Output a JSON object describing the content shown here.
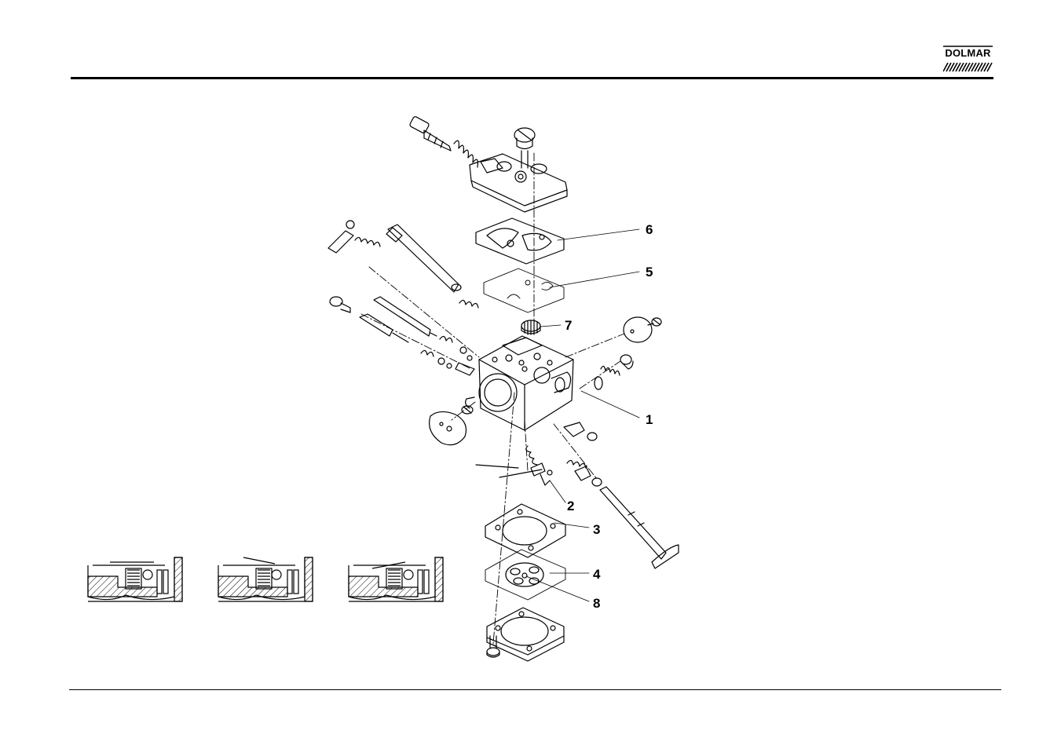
{
  "brand": {
    "name": "DOLMAR",
    "logo_icon": "dolmar-logo-icon"
  },
  "figure": {
    "callouts": [
      {
        "id": "6",
        "label": "6"
      },
      {
        "id": "5",
        "label": "5"
      },
      {
        "id": "7",
        "label": "7"
      },
      {
        "id": "1",
        "label": "1"
      },
      {
        "id": "2",
        "label": "2"
      },
      {
        "id": "3",
        "label": "3"
      },
      {
        "id": "4",
        "label": "4"
      },
      {
        "id": "8",
        "label": "8"
      }
    ]
  },
  "colors": {
    "ink": "#000000",
    "paper": "#ffffff"
  }
}
